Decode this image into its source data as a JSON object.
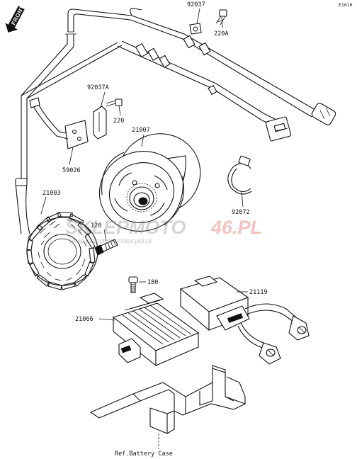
{
  "diagram_code": "E1610",
  "front_label": "FRONT",
  "parts": {
    "p92037_top": "92037",
    "p220A": "220A",
    "p92037A": "92037A",
    "p220": "220",
    "p21007": "21007",
    "p59026": "59026",
    "p21003": "21003",
    "p92072": "92072",
    "p120": "120",
    "p180": "180",
    "p21119": "21119",
    "p21066": "21066"
  },
  "reference_label": "Ref.Battery Case",
  "watermark": {
    "brand_part1": "SKLEPMOTO",
    "brand_part2": "46.PL",
    "tagline": "www.czesci-do-motocykli.pl"
  }
}
